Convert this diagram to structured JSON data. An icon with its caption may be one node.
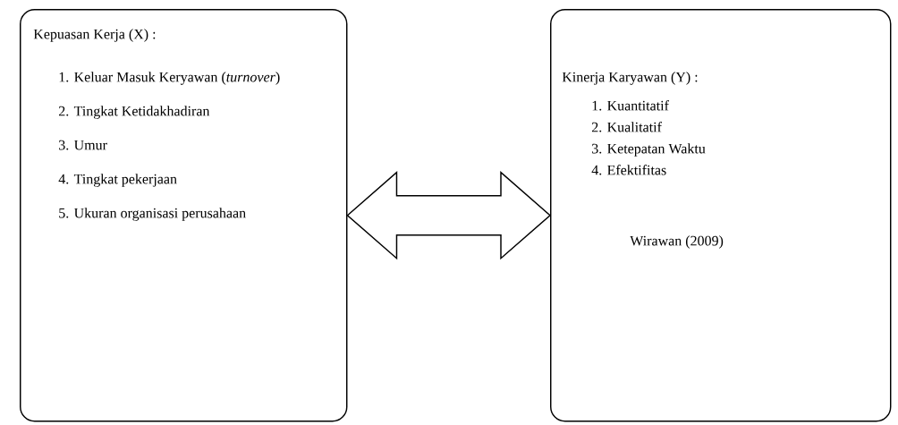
{
  "diagram": {
    "nodes": [
      {
        "text": [
          "Kepuasan Kerja (X) :",
          "1. Keluar Masuk Keryawan (*turnover*)",
          "2. Tingkat Ketidakhadiran",
          "3. Umur",
          "4. Tingkat pekerjaan",
          "5. Ukuran organisasi perusahaan"
        ]
      },
      {
        "text": [
          "Kinerja Karyawan (Y) :",
          "1. Kuantitatif",
          "2. Kualitatif",
          "3. Ketepatan Waktu",
          "4. Efektifitas",
          "Wirawan (2009)"
        ]
      }
    ],
    "edges": [
      {
        "from": 0,
        "to": 1,
        "arrow": "both"
      }
    ]
  }
}
